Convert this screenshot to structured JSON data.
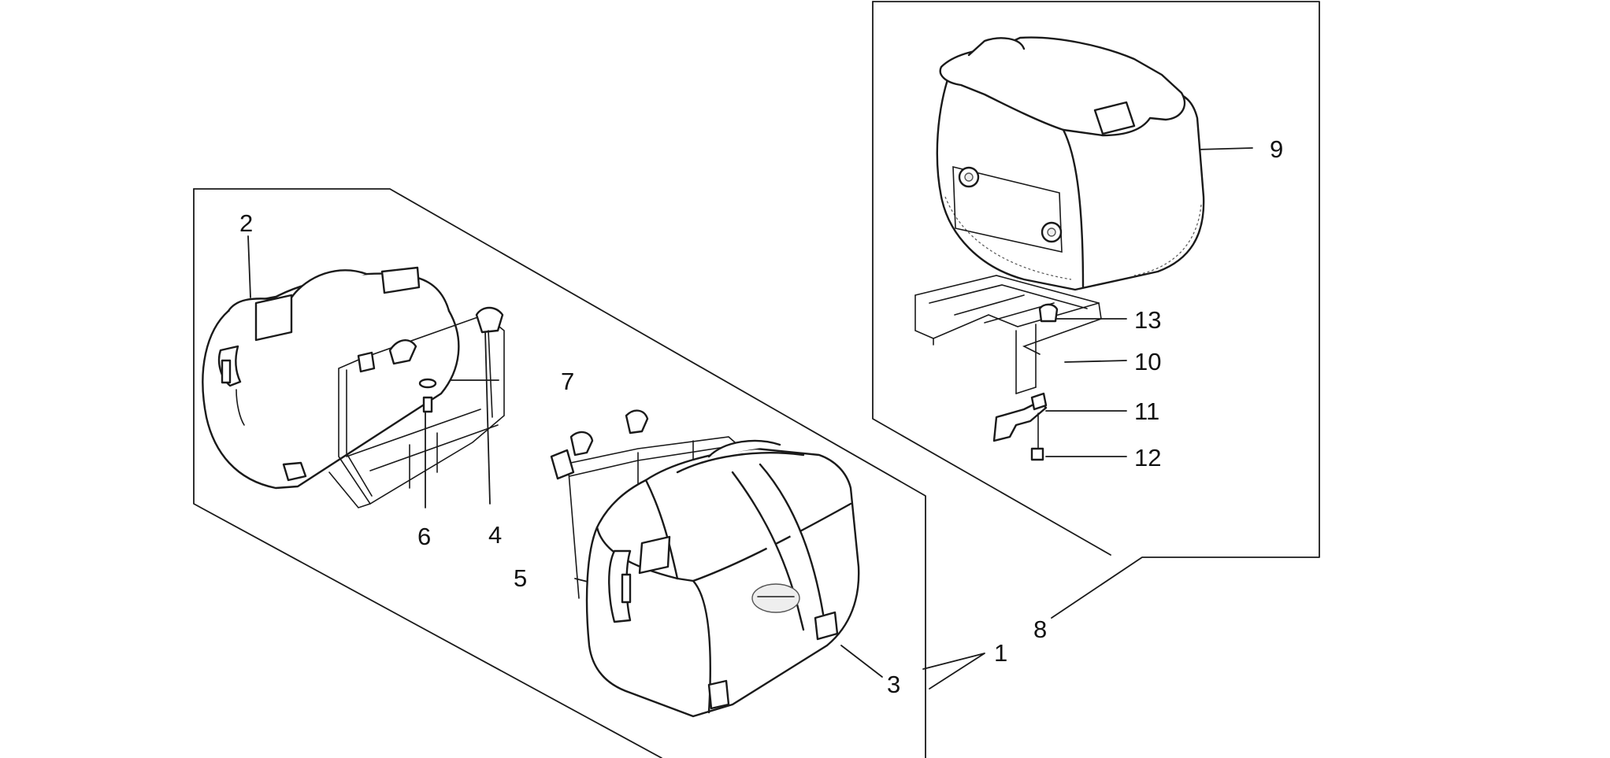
{
  "colors": {
    "ink": "#1a1a1a",
    "background": "#ffffff"
  },
  "callouts": {
    "c1": "1",
    "c2": "2",
    "c3": "3",
    "c4": "4",
    "c5": "5",
    "c6": "6",
    "c7": "7",
    "c8": "8",
    "c9": "9",
    "c10": "10",
    "c11": "11",
    "c12": "12",
    "c13": "13"
  }
}
